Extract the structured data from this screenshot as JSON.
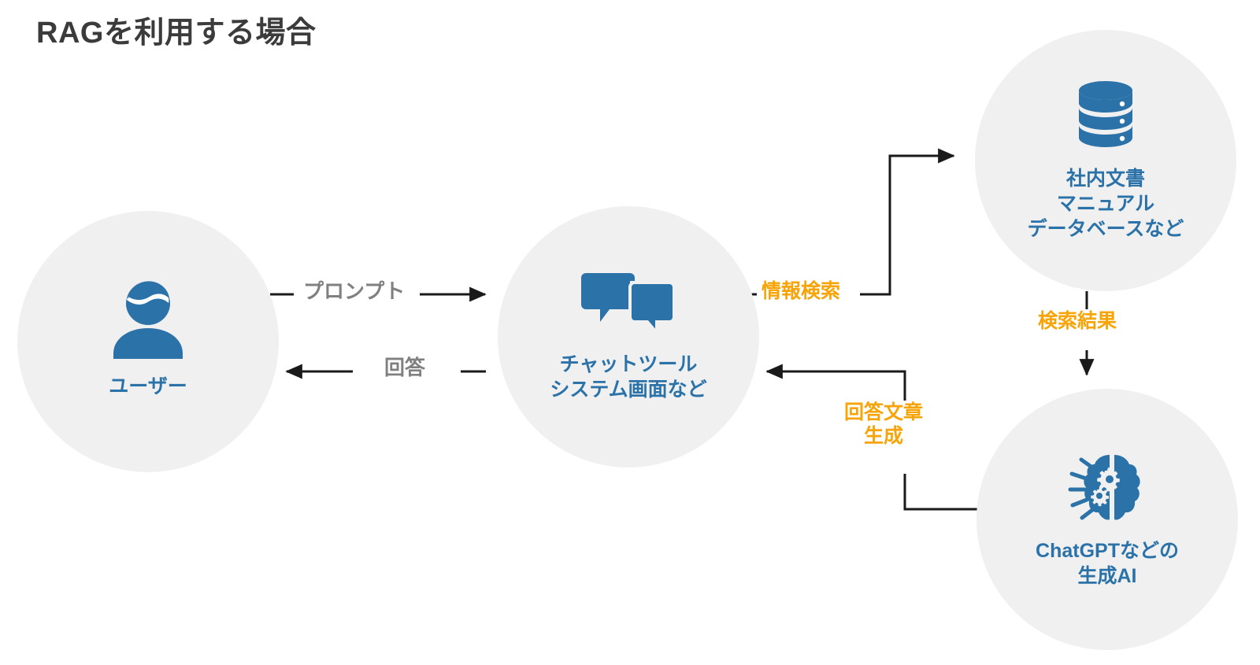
{
  "page": {
    "title": "RAGを利用する場合",
    "background_color": "#ffffff",
    "title_color": "#3b3b3b"
  },
  "colors": {
    "accent_blue": "#2b72a8",
    "accent_orange": "#f7a408",
    "node_fill": "#f0f0f0",
    "arrow_stroke": "#1a1a1a",
    "gray_label": "#808080"
  },
  "nodes": [
    {
      "id": "user",
      "label": "ユーザー",
      "icon": "user-icon"
    },
    {
      "id": "chat",
      "label": "チャットツール\nシステム画面など",
      "icon": "chat-bubbles-icon"
    },
    {
      "id": "database",
      "label": "社内文書\nマニュアル\nデータベースなど",
      "icon": "database-icon"
    },
    {
      "id": "ai",
      "label": "ChatGPTなどの\n生成AI",
      "icon": "brain-gears-icon"
    }
  ],
  "edges": [
    {
      "id": "prompt",
      "label": "プロンプト",
      "color": "gray",
      "from": "user",
      "to": "chat"
    },
    {
      "id": "answer",
      "label": "回答",
      "color": "gray",
      "from": "chat",
      "to": "user"
    },
    {
      "id": "search",
      "label": "情報検索",
      "color": "orange",
      "from": "chat",
      "to": "database"
    },
    {
      "id": "result",
      "label": "検索結果",
      "color": "orange",
      "from": "database",
      "to": "ai"
    },
    {
      "id": "generate",
      "label": "回答文章\n生成",
      "color": "orange",
      "from": "ai",
      "to": "chat"
    }
  ]
}
